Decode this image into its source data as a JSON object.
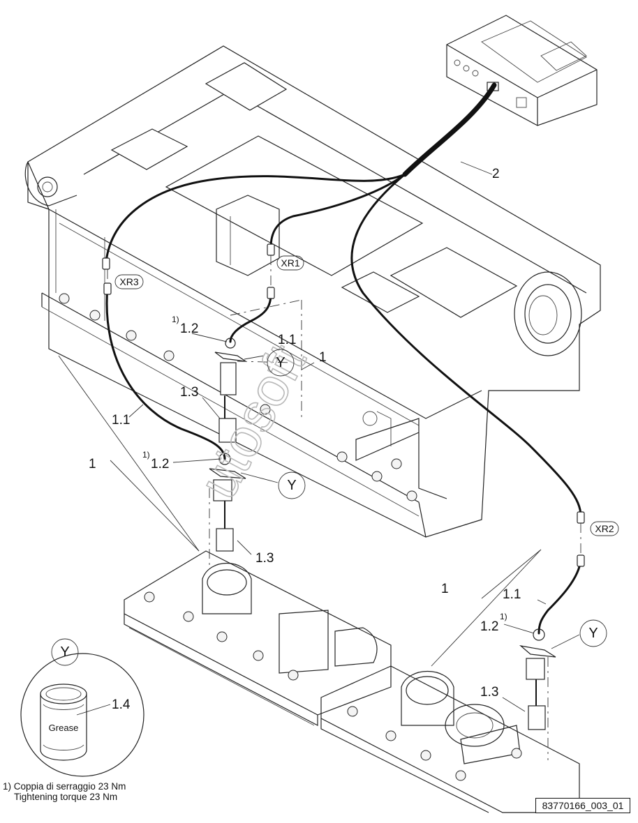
{
  "labels": {
    "item_2": "2",
    "item_1_a": "1",
    "item_1_b": "1",
    "item_1_c": "1",
    "item_1_1_a": "1.1",
    "item_1_1_b": "1.1",
    "item_1_1_c": "1.1",
    "item_1_2_a": "1.2",
    "item_1_2_b": "1.2",
    "item_1_2_c": "1.2",
    "item_1_3_a": "1.3",
    "item_1_3_b": "1.3",
    "item_1_3_c": "1.3",
    "item_1_4": "1.4",
    "footnote_marker": "1)"
  },
  "connectors": {
    "xr1": "XR1",
    "xr2": "XR2",
    "xr3": "XR3"
  },
  "detail_callouts": {
    "y_1": "Y",
    "y_2": "Y",
    "y_3": "Y",
    "y_detail": "Y"
  },
  "grease_label": "Grease",
  "watermark": "utosoft",
  "footnote": {
    "line1": "1) Coppia di serraggio 23 Nm",
    "line2": "Tightening torque 23 Nm"
  },
  "drawing_id": "83770166_003_01"
}
